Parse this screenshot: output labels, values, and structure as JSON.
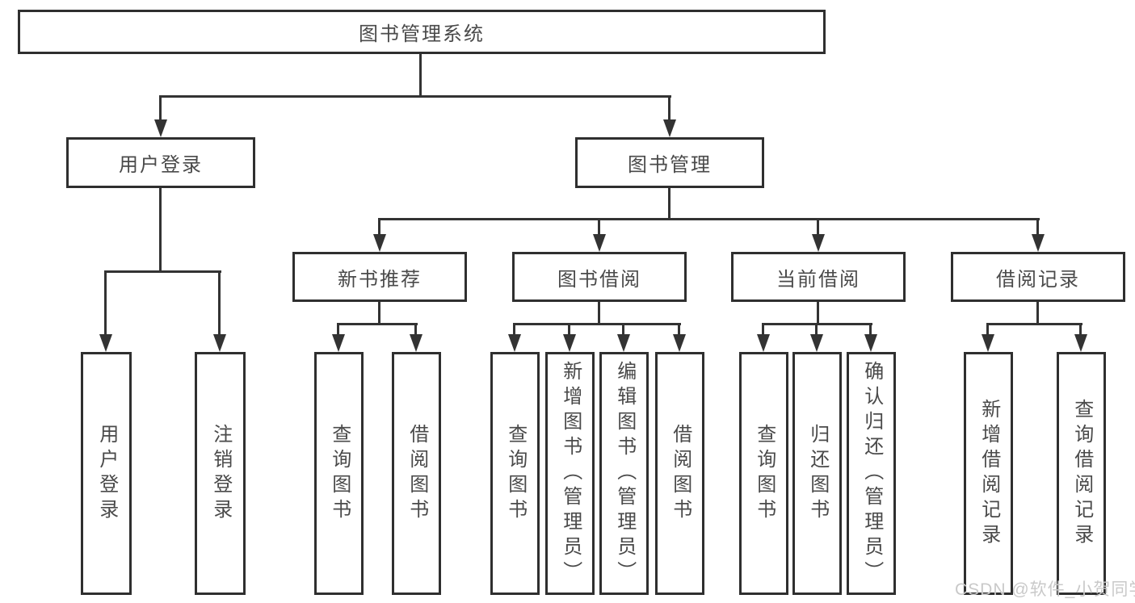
{
  "diagram": {
    "root": "图书管理系统",
    "level2": {
      "user_login": "用户登录",
      "book_mgmt": "图书管理"
    },
    "level3": {
      "new_books": "新书推荐",
      "book_borrow": "图书借阅",
      "current_borrow": "当前借阅",
      "borrow_records": "借阅记录"
    },
    "leaves": {
      "user_login": [
        "用户登录",
        "注销登录"
      ],
      "new_books": [
        "查询图书",
        "借阅图书"
      ],
      "book_borrow": [
        "查询图书",
        "新增图书（管理员）",
        "编辑图书（管理员）",
        "借阅图书"
      ],
      "current_borrow": [
        "查询图书",
        "归还图书",
        "确认归还（管理员）"
      ],
      "borrow_records": [
        "新增借阅记录",
        "查询借阅记录"
      ]
    },
    "watermark": "CSDN @软件_小贺同学",
    "colors": {
      "line": "#333333",
      "border": "#2f2f2f",
      "text": "#4a4a4a",
      "background": "#ffffff",
      "watermark": "#c9c9c9"
    }
  }
}
